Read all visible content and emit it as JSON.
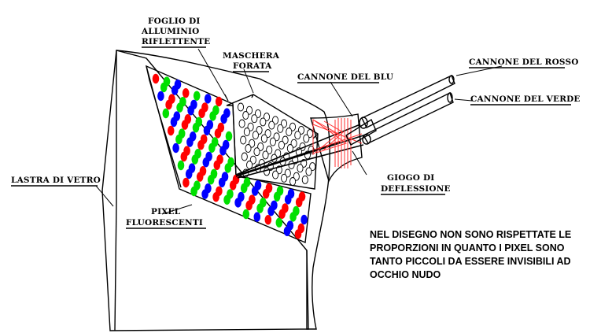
{
  "labels": {
    "foglio_line1": "FOGLIO DI",
    "foglio_line2": "ALLUMINIO",
    "foglio_line3": "RIFLETTENTE",
    "maschera_line1": "MASCHERA",
    "maschera_line2": "FORATA",
    "cannone_blu": "CANNONE DEL BLU",
    "cannone_rosso": "CANNONE DEL ROSSO",
    "cannone_verde": "CANNONE DEL VERDE",
    "giogo_line1": "GIOGO DI",
    "giogo_line2": "DEFLESSIONE",
    "lastra": "LASTRA DI VETRO",
    "pixel_line1": "PIXEL",
    "pixel_line2": "FLUORESCENTI"
  },
  "note": {
    "line1": "NEL DISEGNO NON SONO RISPETTATE LE",
    "line2": "PROPORZIONI IN QUANTO I PIXEL SONO",
    "line3": "TANTO PICCOLI DA ESSERE INVISIBILI AD",
    "line4": "OCCHIO NUDO"
  },
  "colors": {
    "phosphor_red": "#ff0000",
    "phosphor_green": "#00e000",
    "phosphor_blue": "#0000ff",
    "beam_lines": "#ff3030"
  }
}
